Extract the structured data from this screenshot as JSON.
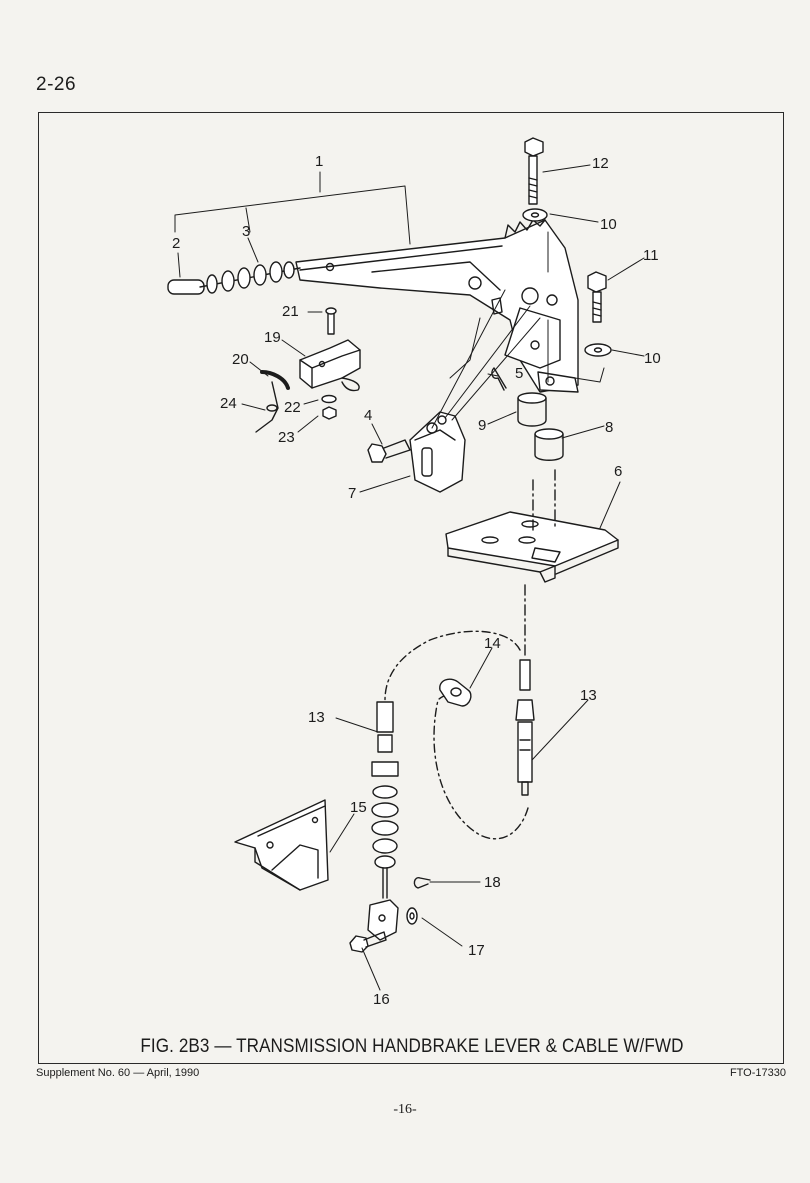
{
  "page": {
    "number": "2-26",
    "footer_page": "-16-"
  },
  "figure": {
    "caption": "FIG. 2B3 — TRANSMISSION HANDBRAKE LEVER & CABLE W/FWD",
    "supplement": "Supplement No. 60 — April, 1990",
    "reference": "FTO-17330",
    "callouts": {
      "c1": "1",
      "c2": "2",
      "c3": "3",
      "c4": "4",
      "c5": "5",
      "c6": "6",
      "c7": "7",
      "c8": "8",
      "c9": "9",
      "c10a": "10",
      "c10b": "10",
      "c11": "11",
      "c12": "12",
      "c13a": "13",
      "c13b": "13",
      "c14": "14",
      "c15": "15",
      "c16": "16",
      "c17": "17",
      "c18": "18",
      "c19": "19",
      "c20": "20",
      "c21": "21",
      "c22": "22",
      "c23": "23",
      "c24": "24"
    }
  }
}
